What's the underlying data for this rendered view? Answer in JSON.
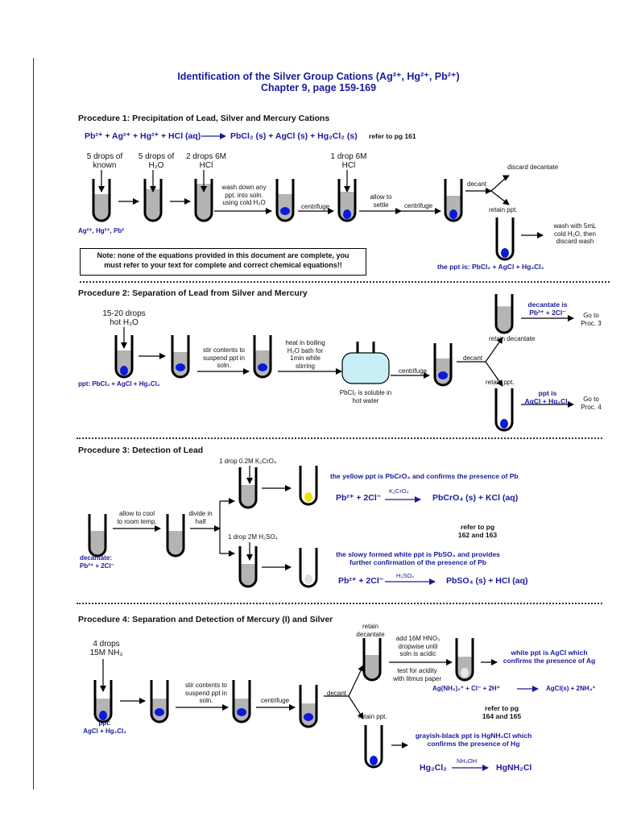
{
  "title": {
    "line1": "Identification of the Silver Group Cations (Ag²⁺, Hg²⁺, Pb²⁺)",
    "line2": "Chapter 9, page 159-169"
  },
  "p1": {
    "heading": "Procedure 1: Precipitation of Lead, Silver and Mercury Cations",
    "eq_left": "Pb²⁺ + Ag²⁺ + Hg²⁺ + HCl (aq)",
    "eq_right": "PbCl₂ (s) + AgCl (s) + Hg₂Cl₂ (s)",
    "ref": "refer to pg 161",
    "add1": "5 drops of\nknown",
    "add2": "5 drops of\nH₂O",
    "add3": "2 drops 6M\nHCl",
    "add4": "1 drop 6M\nHCl",
    "wash": "wash down any\nppt. into soln.\nusing cold H₂O",
    "centrifuge1": "centrifuge",
    "settle": "allow to\nsettle",
    "centrifuge2": "centrifuge",
    "decant": "decant",
    "discard": "discard decantate",
    "retain": "retain ppt.",
    "wash5": "wash with 5mL\ncold H₂O, then\ndiscard wash",
    "cations": "Ag²⁺, Hg²⁺, Pb²",
    "ppt": "the ppt is: PbCl₂ + AgCl + Hg₂Cl₂",
    "note": "Note: none of the equations provided in this document are complete, you\nmust refer to your text for complete and correct chemical equations!!"
  },
  "p2": {
    "heading": "Procedure 2: Separation of Lead from Silver and Mercury",
    "add": "15-20 drops\nhot H₂O",
    "stir": "stir contents to\nsuspend ppt in\nsoln.",
    "heat": "heat in boiling\nH₂O bath for\n1min while\nstirring",
    "soluble": "PbCl₂ is soluble in\nhot water",
    "centrifuge": "centrifuge",
    "decant": "decant",
    "decantate": "decantate is\nPb²⁺ + 2Cl⁻",
    "goto3": "Go to\nProc. 3",
    "retain_dec": "retain decantate",
    "retain_ppt": "retain ppt.",
    "ppt_is": "ppt is\nAgCl + Hg₂Cl₂",
    "goto4": "Go to\nProc. 4",
    "ppt_label": "ppt: PbCl₂ + AgCl + Hg₂Cl₂"
  },
  "p3": {
    "heading": "Procedure 3: Detection of Lead",
    "cool": "allow to cool\nto room temp.",
    "divide": "divide in\nhalf",
    "add_k2cro4": "1 drop 0.2M K₂CrO₄",
    "add_h2so4": "1 drop 2M H₂SO₄",
    "yellow": "the yellow ppt is PbCrO₄ and confirms the presence of Pb",
    "eq1_left": "Pb²⁺ + 2Cl⁻",
    "eq1_reagent": "K₂CrO₄",
    "eq1_right": "PbCrO₄ (s) + KCl (aq)",
    "ref": "refer to pg\n162 and 163",
    "white": "the slowy formed white ppt is PbSO₄ and provides\nfurther confirmation of the presence of Pb",
    "eq2_left": "Pb²⁺ + 2Cl⁻",
    "eq2_reagent": "H₂SO₄",
    "eq2_right": "PbSO₄ (s) + HCl (aq)",
    "decantate": "decantate:\nPb²⁺ + 2Cl⁻"
  },
  "p4": {
    "heading": "Procedure 4: Separation and Detection of Mercury (I) and Silver",
    "add": "4 drops\n15M NH₃",
    "stir": "stir contents to\nsuspend ppt in\nsoln.",
    "centrifuge": "centrifuge",
    "decant": "decant",
    "retain_dec": "retain\ndecantate",
    "hno3": "add 16M HNO₃\ndropwise until\nsoln is acidic",
    "litmus": "test for acidity\nwith litmus paper",
    "white_agcl": "white ppt is AgCl which\nconfirms the presence of Ag",
    "ag_eq_left": "Ag(NH₃)₂⁺ + Cl⁻ + 2H⁺",
    "ag_eq_right": "AgCl(s) + 2NH₄⁺",
    "ref": "refer to pg\n164 and 165",
    "retain_ppt": "retain ppt.",
    "gray": "grayish-black ppt is HgNH₂Cl which\nconfirms the presence of Hg",
    "hg_left": "Hg₂Cl₂",
    "hg_reagent": "NH₄OH",
    "hg_right": "HgNH₂Cl",
    "ppt_label": "ppt:\nAgCl + Hg₂Cl₂"
  },
  "colors": {
    "navy": "#1a1a9a",
    "ppt_blue": "#0a1ad8",
    "yellow": "#f0e000",
    "liquid": "#b4b4b4",
    "bath": "#c8eef6"
  }
}
